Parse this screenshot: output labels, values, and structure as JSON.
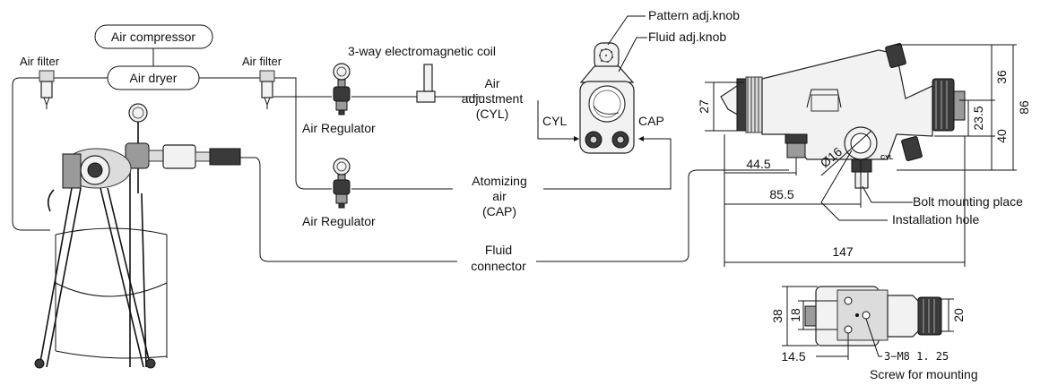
{
  "flow_labels": {
    "air_compressor": "Air compressor",
    "air_dryer": "Air dryer",
    "air_filter_left": "Air filter",
    "air_filter_right": "Air filter",
    "coil": "3-way electromagnetic coil",
    "air_regulator_top": "Air Regulator",
    "air_regulator_bottom": "Air Regulator",
    "air_adjustment": [
      "Air",
      "adjustment",
      "(CYL)"
    ],
    "atomizing_air": [
      "Atomizing",
      "air",
      "(CAP)"
    ],
    "fluid_connector": [
      "Fluid",
      "connector"
    ]
  },
  "gun_front": {
    "pattern_knob": "Pattern adj.knob",
    "fluid_knob": "Fluid adj.knob",
    "cyl": "CYL",
    "cap": "CAP"
  },
  "gun_side": {
    "dims": {
      "d36": "36",
      "d86": "86",
      "d27": "27",
      "d23_5": "23.5",
      "d40": "40",
      "d44_5": "44.5",
      "d85_5": "85.5",
      "d147": "147",
      "dia16": "Ø16"
    },
    "marking": "CYL",
    "bolt_mounting_place": "Bolt mounting place",
    "installation_hole": "Installation hole"
  },
  "gun_bottom": {
    "dims": {
      "d38": "38",
      "d18": "18",
      "d20": "20",
      "d14_5": "14.5"
    },
    "thread": "3−M8 1. 25",
    "screw": "Screw for mounting"
  }
}
